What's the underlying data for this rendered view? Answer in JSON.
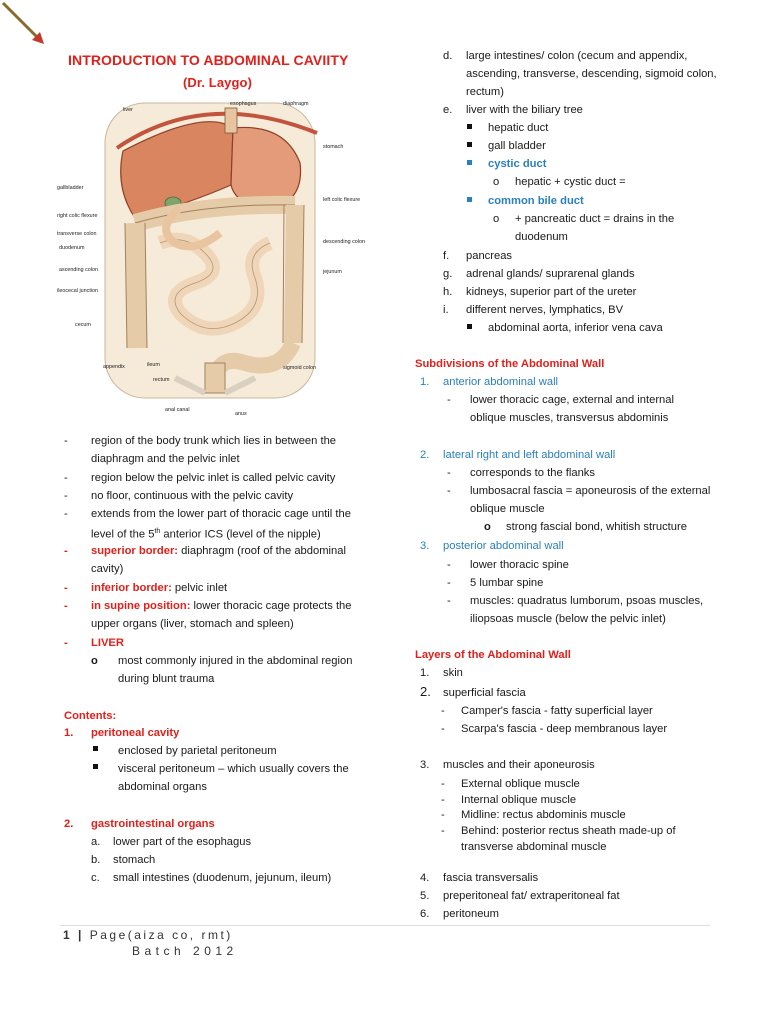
{
  "header": {
    "title": "INTRODUCTION TO ABDOMINAL CAVIITY",
    "author": "(Dr. Laygo)"
  },
  "diagram": {
    "labels": {
      "liver": "liver",
      "esophagus": "esophagus",
      "diaphragm": "diaphragm",
      "stomach": "stomach",
      "gallbladder": "gallbladder",
      "left_colic": "left colic flexure",
      "right_colic": "right colic flexure",
      "transverse_colon": "transverse colon",
      "duodenum": "duodenum",
      "descending_colon": "descending colon",
      "ascending_colon": "ascending colon",
      "jejunum": "jejunum",
      "ileocecal": "ileocecal junction",
      "cecum": "cecum",
      "appendix": "appendix",
      "ileum": "ileum",
      "rectum": "rectum",
      "sigmoid": "sigmoid colon",
      "anal_canal": "anal canal",
      "anus": "anus"
    }
  },
  "left": {
    "general": [
      "region of the body trunk which lies in between the",
      "diaphragm and the pelvic inlet",
      "region below the pelvic inlet is called pelvic cavity",
      "no floor, continuous with the pelvic cavity",
      "extends from the lower part of thoracic cage until the",
      "level of the 5",
      "th",
      " anterior ICS (level of the nipple)"
    ],
    "superior_label": "superior border:",
    "superior_text": " diaphragm (roof of the abdominal",
    "superior_cont": "cavity)",
    "inferior_label": "inferior border:",
    "inferior_text": " pelvic inlet",
    "supine_label": "in supine position:",
    "supine_text": " lower thoracic cage protects the",
    "supine_cont": "upper organs (liver, stomach and spleen)",
    "liver_label": "LIVER",
    "liver_note1": "most commonly injured in the abdominal region",
    "liver_note2": "during blunt trauma",
    "contents_heading": "Contents:",
    "pc_num": "1.",
    "pc_label": "peritoneal cavity",
    "pc_items": [
      "enclosed by parietal peritoneum",
      "visceral peritoneum – which usually covers the",
      "abdominal organs"
    ],
    "gi_num": "2.",
    "gi_label": "gastrointestinal organs",
    "gi_items": [
      {
        "letter": "a.",
        "text": "lower part of the esophagus"
      },
      {
        "letter": "b.",
        "text": "stomach"
      },
      {
        "letter": "c.",
        "text": "small intestines (duodenum, jejunum, ileum)"
      }
    ]
  },
  "right": {
    "cont_items": [
      {
        "letter": "d.",
        "text": "large intestines/ colon (cecum and appendix,"
      },
      {
        "letter": "",
        "text": "ascending, transverse, descending, sigmoid colon,"
      },
      {
        "letter": "",
        "text": "rectum)"
      },
      {
        "letter": "e.",
        "text": "liver with the biliary tree"
      }
    ],
    "hepatic_duct": "hepatic duct",
    "gall_bladder": "gall bladder",
    "cystic_duct": "cystic duct",
    "cystic_note": "hepatic + cystic duct =",
    "common_bile": "common bile duct",
    "cbd_note1": "+ pancreatic duct = drains in the",
    "cbd_note2": "duodenum",
    "more_items": [
      {
        "letter": "f.",
        "text": "pancreas"
      },
      {
        "letter": "g.",
        "text": "adrenal glands/ suprarenal glands"
      },
      {
        "letter": "h.",
        "text": "kidneys, superior part of the ureter"
      },
      {
        "letter": "i.",
        "text": "different nerves, lymphatics, BV"
      }
    ],
    "aorta": "abdominal aorta, inferior vena cava",
    "subdiv_heading": "Subdivisions of the Abdominal Wall",
    "aw_num": "1.",
    "aw_label": "anterior abdominal wall",
    "aw_text1": "lower thoracic cage, external and internal",
    "aw_text2": "oblique muscles, transversus abdominis",
    "lw_num": "2.",
    "lw_label": "lateral right and left abdominal wall",
    "lw_items": [
      "corresponds to the flanks",
      "lumbosacral fascia = aponeurosis of the external",
      "oblique muscle"
    ],
    "lw_sub": "strong fascial bond, whitish structure",
    "pw_num": "3.",
    "pw_label": "posterior abdominal wall",
    "pw_items": [
      "lower thoracic spine",
      "5 lumbar spine",
      "muscles: quadratus lumborum, psoas muscles,",
      "iliopsoas muscle (below the pelvic inlet)"
    ],
    "layers_heading": "Layers of the Abdominal Wall",
    "layers": {
      "l1_num": "1.",
      "l1": "skin",
      "l2_num": "2.",
      "l2": "superficial fascia",
      "l2_items": [
        "Camper's fascia - fatty superficial layer",
        "Scarpa's fascia - deep membranous layer"
      ],
      "l3_num": "3.",
      "l3": "muscles and their aponeurosis",
      "l3_items": [
        "External oblique muscle",
        "Internal oblique muscle",
        "Midline: rectus abdominis muscle",
        "Behind: posterior rectus sheath made-up of",
        "transverse abdominal muscle"
      ],
      "l4_num": "4.",
      "l4": "fascia transversalis",
      "l5_num": "5.",
      "l5": "preperitoneal fat/ extraperitoneal fat",
      "l6_num": "6.",
      "l6": "peritoneum"
    }
  },
  "footer": {
    "page_num": "1",
    "sep": "|",
    "page_text": "Page(aiza co, rmt)",
    "batch": "Batch 2012"
  }
}
